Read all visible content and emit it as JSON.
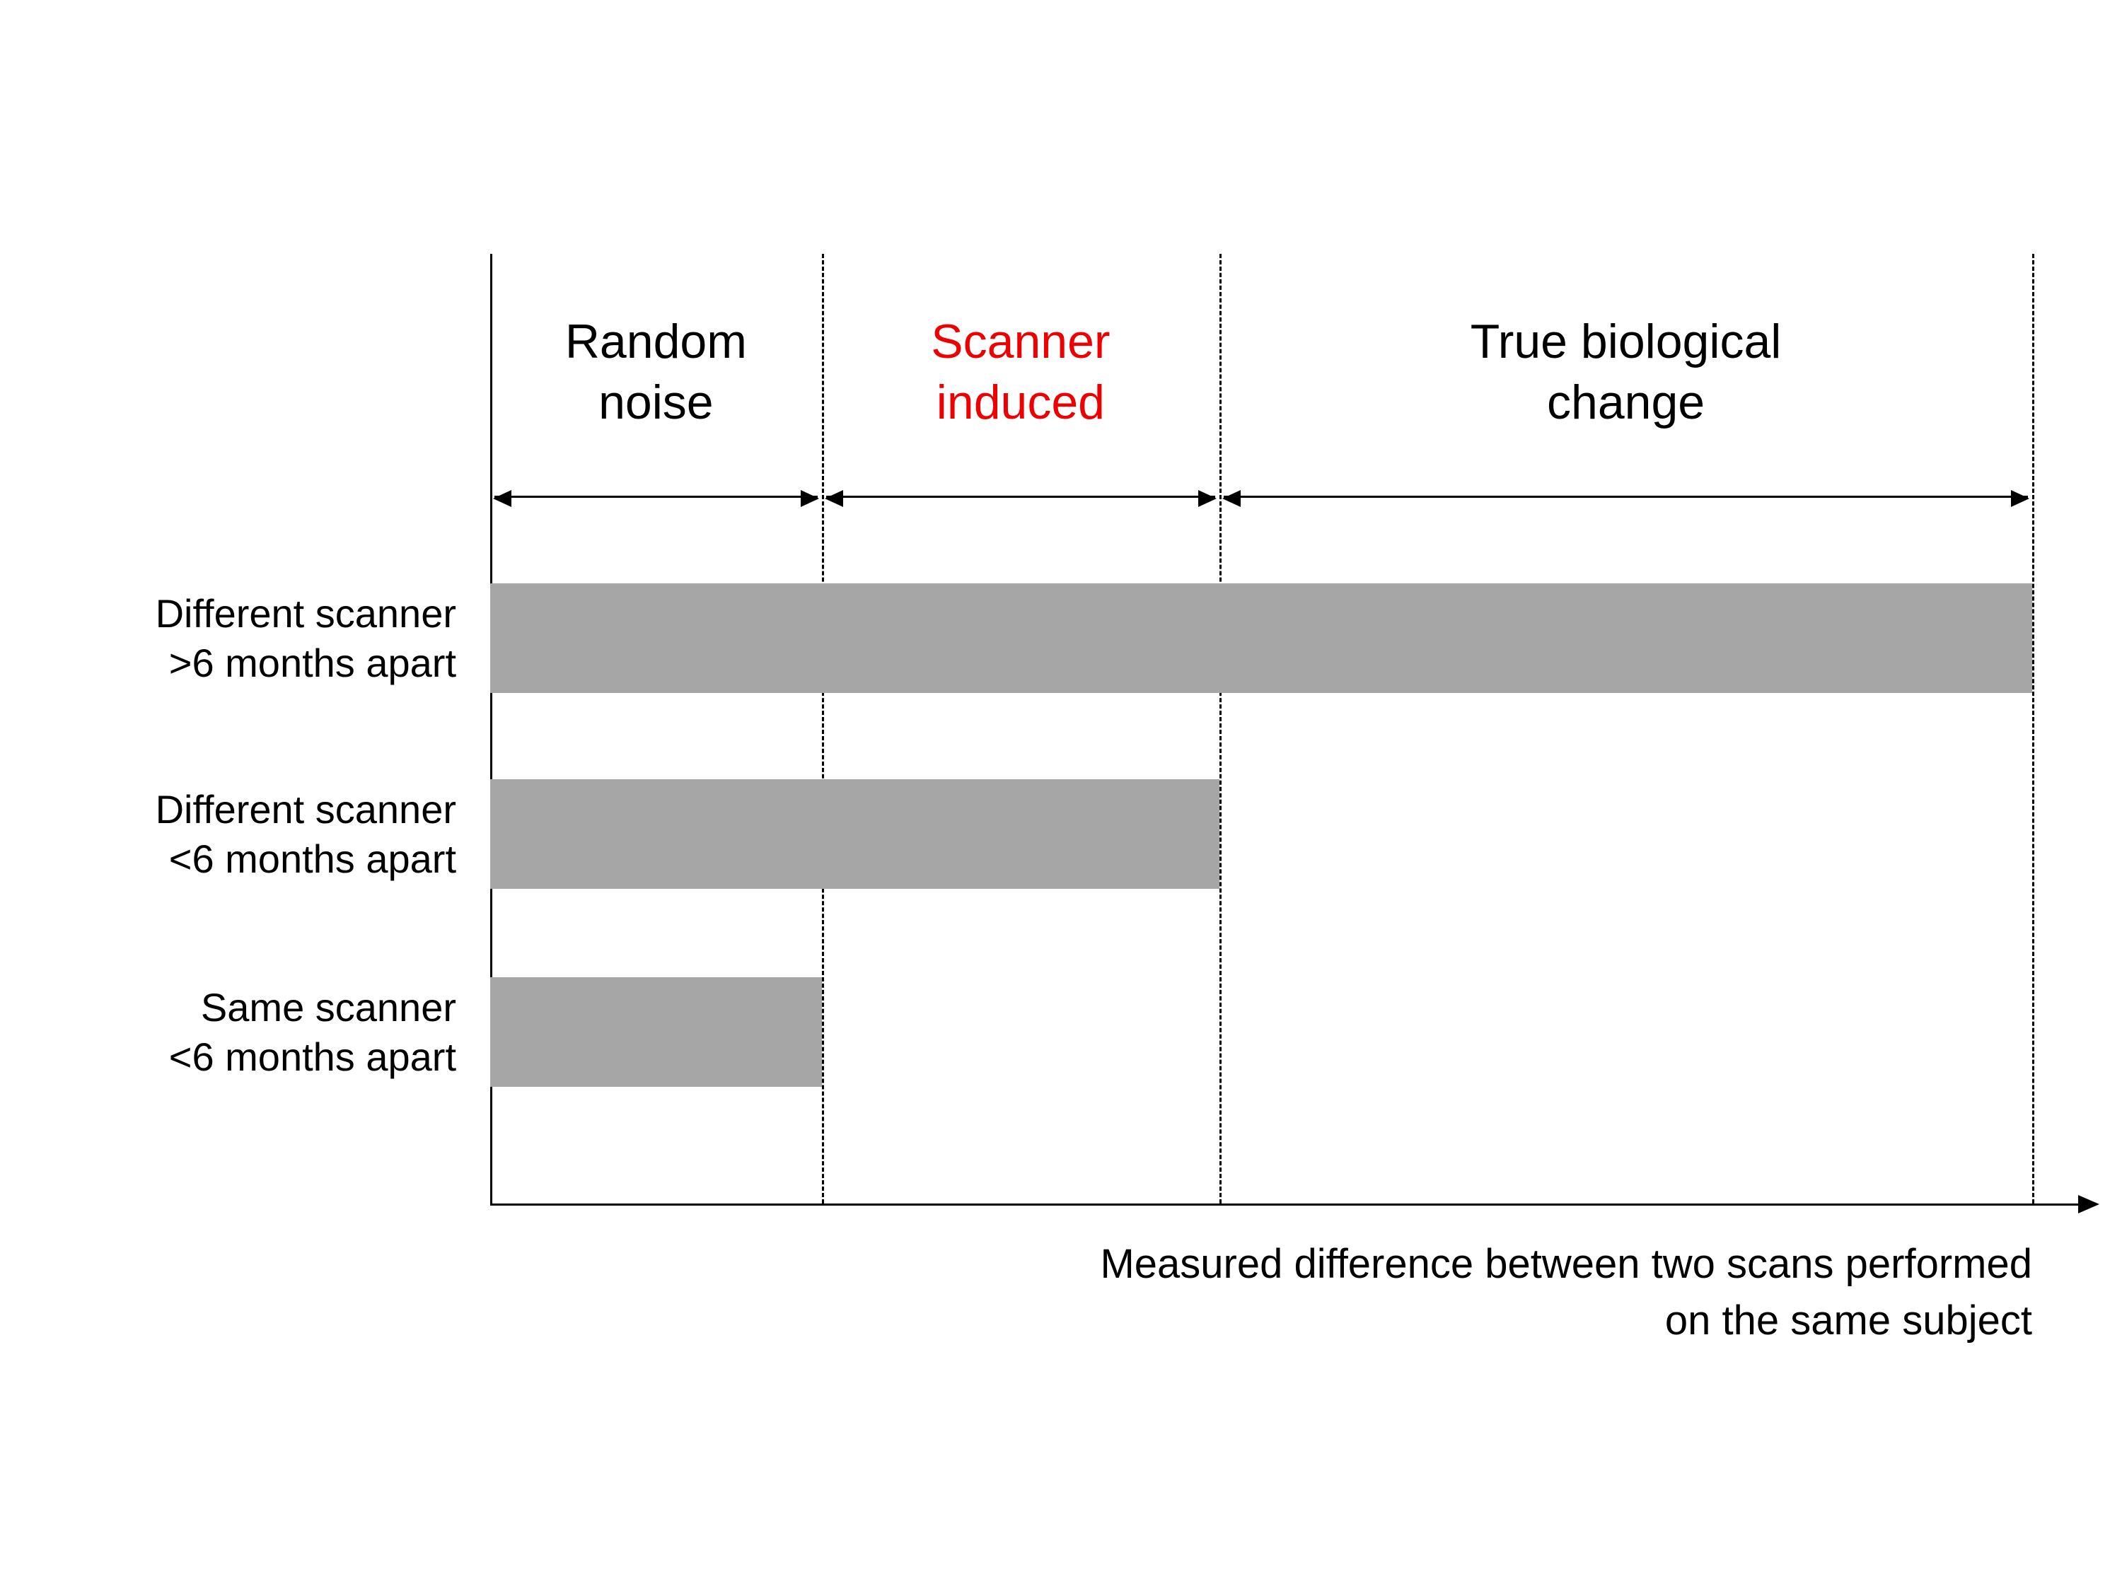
{
  "figure": {
    "background": "#ffffff",
    "bar_color": "#a6a6a6",
    "axis_color": "#000000",
    "accent_red": "#ee0000"
  },
  "regions": [
    {
      "lines": [
        "Random",
        "noise"
      ],
      "color": "#000000"
    },
    {
      "lines": [
        "Scanner",
        "induced"
      ],
      "color": "#ee0000"
    },
    {
      "lines": [
        "True biological",
        "change"
      ],
      "color": "#000000"
    }
  ],
  "rows": [
    {
      "lines": [
        "Different scanner",
        ">6 months apart"
      ],
      "value": 1.0
    },
    {
      "lines": [
        "Different scanner",
        "<6 months apart"
      ],
      "value": 0.473
    },
    {
      "lines": [
        "Same scanner",
        "<6 months apart"
      ],
      "value": 0.215
    }
  ],
  "caption": {
    "line1": "Measured difference between two scans performed",
    "line2": "on the same subject"
  },
  "chart_data": {
    "type": "bar",
    "orientation": "horizontal",
    "title": "",
    "xlabel": "Measured difference between two scans performed on the same subject",
    "ylabel": "",
    "categories": [
      "Different scanner >6 months apart",
      "Different scanner <6 months apart",
      "Same scanner <6 months apart"
    ],
    "values": [
      1.0,
      0.473,
      0.215
    ],
    "xlim": [
      0,
      1
    ],
    "region_boundaries": [
      0,
      0.215,
      0.473,
      1.0
    ],
    "region_labels": [
      "Random noise",
      "Scanner induced",
      "True biological change"
    ],
    "region_label_colors": [
      "#000000",
      "#ee0000",
      "#000000"
    ],
    "bar_color": "#a6a6a6",
    "grid": "dashed vertical lines at region boundaries",
    "legend": "none",
    "axis_ticks": "none (conceptual axis, arrow at right end)"
  }
}
